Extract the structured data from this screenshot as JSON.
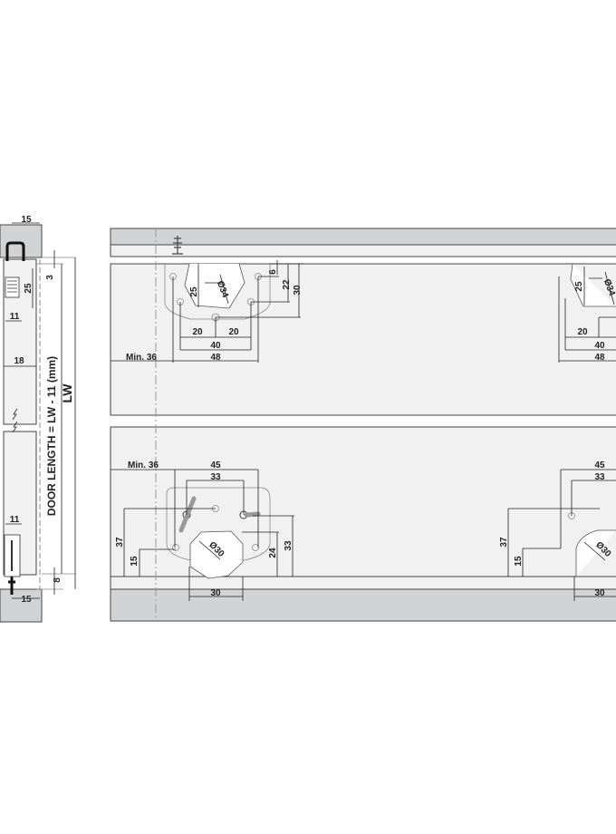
{
  "colors": {
    "rail": "#d2d3d5",
    "panel": "#f1f1f2",
    "line": "#222222"
  },
  "side_view": {
    "top_width": "15",
    "gap_top": "3",
    "spring_height": "25",
    "top_inset": "11",
    "panel_thickness": "18",
    "bottom_inset": "11",
    "gap_bottom": "8",
    "bottom_width": "15",
    "door_length_label": "DOOR LENGTH = LW - 11 (mm)",
    "lw_label": "LW"
  },
  "upper_fitting_left": {
    "cutout_height": "25",
    "cutout_diameter": "Ø34",
    "dim_6": "6",
    "dim_22": "22",
    "dim_30": "30",
    "dim_20a": "20",
    "dim_20b": "20",
    "dim_40": "40",
    "dim_48": "48",
    "min_offset": "Min. 36"
  },
  "upper_fitting_right": {
    "cutout_height": "25",
    "cutout_diameter": "Ø34",
    "dim_20": "20",
    "dim_40": "40",
    "dim_48": "48"
  },
  "lower_fitting_left": {
    "min_offset": "Min. 36",
    "dim_45": "45",
    "dim_33_top": "33",
    "dim_37": "37",
    "dim_15": "15",
    "cutout_diameter": "Ø30",
    "dim_24": "24",
    "dim_33_side": "33",
    "dim_30": "30"
  },
  "lower_fitting_right": {
    "dim_45": "45",
    "dim_33_top": "33",
    "dim_37": "37",
    "dim_15": "15",
    "cutout_diameter": "Ø30",
    "dim_30": "30"
  }
}
